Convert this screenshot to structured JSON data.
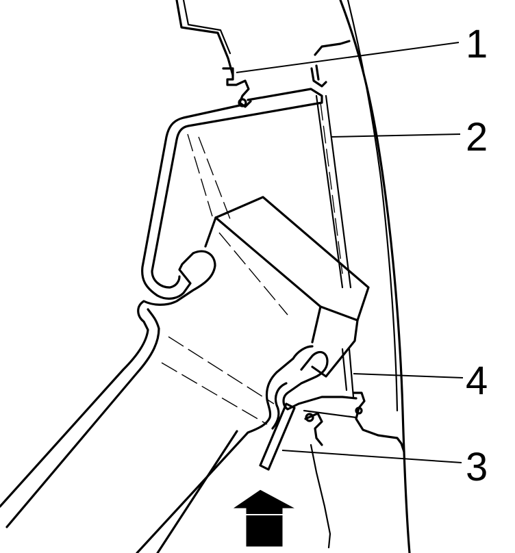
{
  "callouts": [
    {
      "label": "1"
    },
    {
      "label": "2"
    },
    {
      "label": "4"
    },
    {
      "label": "3"
    }
  ],
  "icons": {
    "direction_arrow": "up-arrow-icon"
  }
}
